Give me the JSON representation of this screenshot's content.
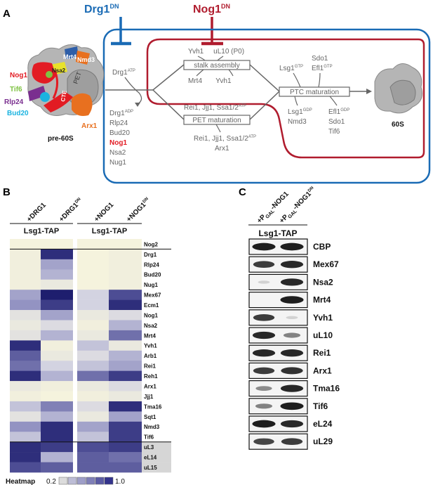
{
  "panel_a": {
    "letter": "A",
    "drg1dn": {
      "base": "Drg1",
      "sup": "DN",
      "color": "#1a6bb5"
    },
    "nog1dn": {
      "base": "Nog1",
      "sup": "DN",
      "color": "#b01c2e"
    },
    "pre60s_caption": "pre-60S",
    "particle_labels": [
      "Mrt4",
      "Nmd3",
      "Nog1",
      "Nsa2",
      "Tif6",
      "Rlp24",
      "Bud20",
      "Arx1",
      "PET",
      "CTE"
    ],
    "drg1_atp": {
      "base": "Drg1",
      "sup": "ATP"
    },
    "released": [
      {
        "base": "Drg1",
        "sup": "ADP"
      },
      {
        "base": "Rlp24",
        "sup": ""
      },
      {
        "base": "Bud20",
        "sup": ""
      },
      {
        "base": "Nog1",
        "sup": "",
        "highlight": true
      },
      {
        "base": "Nsa2",
        "sup": ""
      },
      {
        "base": "Nug1",
        "sup": ""
      }
    ],
    "stalk_top": "Yvh1     uL10 (P0)",
    "stalk_box": "stalk assembly",
    "stalk_bottom": "Mrt4       Yvh1",
    "pet_top": {
      "base": "Rei1, Jjj1, Ssa1/2",
      "sup": "ATP"
    },
    "pet_box": "PET maturation",
    "pet_bottom1": {
      "base": "Rei1, Jjj1, Ssa1/2",
      "sup": "ATP"
    },
    "pet_bottom2": "Arx1",
    "lsg1_gtp": {
      "base": "Lsg1",
      "sup": "GTP"
    },
    "sdo1": "Sdo1",
    "efl1_gtp": {
      "base": "Efl1",
      "sup": "GTP"
    },
    "ptc_box": "PTC maturation",
    "lsg1_gdp": {
      "base": "Lsg1",
      "sup": "GDP"
    },
    "nmd3": "Nmd3",
    "efl1_gdp": {
      "base": "Efl1",
      "sup": "GDP"
    },
    "sdo1_b": "Sdo1",
    "tif6": "Tif6",
    "s60": "60S"
  },
  "panel_b": {
    "letter": "B",
    "conditions": [
      {
        "base": "+DRG1",
        "sup": ""
      },
      {
        "base": "+DRG1",
        "sup": "DN"
      },
      {
        "base": "+NOG1",
        "sup": ""
      },
      {
        "base": "+NOG1",
        "sup": "DN"
      }
    ],
    "group_label_1": "Lsg1-TAP",
    "group_label_2": "Lsg1-TAP",
    "legend_label": "Heatmap",
    "legend_min": "0.2",
    "legend_max": "1.0",
    "legend_colors": [
      "#dcdcdc",
      "#bdbdd6",
      "#9e9ec8",
      "#7f7fb7",
      "#5a5aa3",
      "#33338c"
    ]
  },
  "chart_data": {
    "type": "heatmap",
    "title": "",
    "columns": [
      "+DRG1",
      "+DRG1DN",
      "+NOG1",
      "+NOG1DN"
    ],
    "rows": [
      "Nog2",
      "Drg1",
      "Rlp24",
      "Bud20",
      "Nug1",
      "Mex67",
      "Ecm1",
      "Nog1",
      "Nsa2",
      "Mrt4",
      "Yvh1",
      "Arb1",
      "Rei1",
      "Reh1",
      "Arx1",
      "Jjj1",
      "Tma16",
      "Sqt1",
      "Nmd3",
      "Tif6",
      "uL3",
      "eL14",
      "uL15"
    ],
    "values": [
      [
        0.22,
        0.22,
        0.22,
        0.22
      ],
      [
        0.25,
        0.95,
        0.22,
        0.25
      ],
      [
        0.25,
        0.6,
        0.22,
        0.25
      ],
      [
        0.25,
        0.55,
        0.22,
        0.25
      ],
      [
        0.25,
        0.3,
        0.22,
        0.25
      ],
      [
        0.6,
        1.0,
        0.45,
        0.85
      ],
      [
        0.65,
        0.9,
        0.45,
        0.95
      ],
      [
        0.35,
        0.6,
        0.3,
        0.4
      ],
      [
        0.3,
        0.4,
        0.25,
        0.55
      ],
      [
        0.35,
        0.55,
        0.3,
        0.75
      ],
      [
        0.95,
        0.25,
        0.5,
        0.3
      ],
      [
        0.8,
        0.3,
        0.4,
        0.55
      ],
      [
        0.75,
        0.45,
        0.5,
        0.6
      ],
      [
        0.95,
        0.55,
        0.75,
        0.9
      ],
      [
        0.3,
        0.25,
        0.3,
        0.4
      ],
      [
        0.25,
        0.22,
        0.25,
        0.3
      ],
      [
        0.5,
        0.7,
        0.4,
        0.95
      ],
      [
        0.35,
        0.55,
        0.3,
        0.6
      ],
      [
        0.65,
        0.95,
        0.6,
        0.9
      ],
      [
        0.5,
        0.95,
        0.5,
        0.9
      ],
      [
        0.95,
        0.9,
        0.85,
        0.9
      ],
      [
        0.95,
        0.55,
        0.8,
        0.75
      ],
      [
        0.85,
        0.8,
        0.8,
        0.8
      ]
    ],
    "scale_min": 0.2,
    "scale_max": 1.0
  },
  "panel_c": {
    "letter": "C",
    "lanes": [
      {
        "prefix": "+P",
        "sub": "GAL",
        "name": "-NOG1",
        "sup": ""
      },
      {
        "prefix": "+P",
        "sub": "GAL",
        "name": "-NOG1",
        "sup": "DN"
      }
    ],
    "tap_label": "Lsg1-TAP",
    "bands": [
      {
        "label": "CBP",
        "lane1": 0.95,
        "lane2": 0.95
      },
      {
        "label": "Mex67",
        "lane1": 0.8,
        "lane2": 0.9
      },
      {
        "label": "Nsa2",
        "lane1": 0.05,
        "lane2": 0.9
      },
      {
        "label": "Mrt4",
        "lane1": 0.02,
        "lane2": 0.95
      },
      {
        "label": "Yvh1",
        "lane1": 0.8,
        "lane2": 0.05
      },
      {
        "label": "uL10",
        "lane1": 0.9,
        "lane2": 0.45
      },
      {
        "label": "Rei1",
        "lane1": 0.9,
        "lane2": 0.9
      },
      {
        "label": "Arx1",
        "lane1": 0.8,
        "lane2": 0.85
      },
      {
        "label": "Tma16",
        "lane1": 0.4,
        "lane2": 0.9
      },
      {
        "label": "Tif6",
        "lane1": 0.45,
        "lane2": 0.95
      },
      {
        "label": "eL24",
        "lane1": 0.95,
        "lane2": 0.9
      },
      {
        "label": "uL29",
        "lane1": 0.75,
        "lane2": 0.8
      }
    ]
  }
}
